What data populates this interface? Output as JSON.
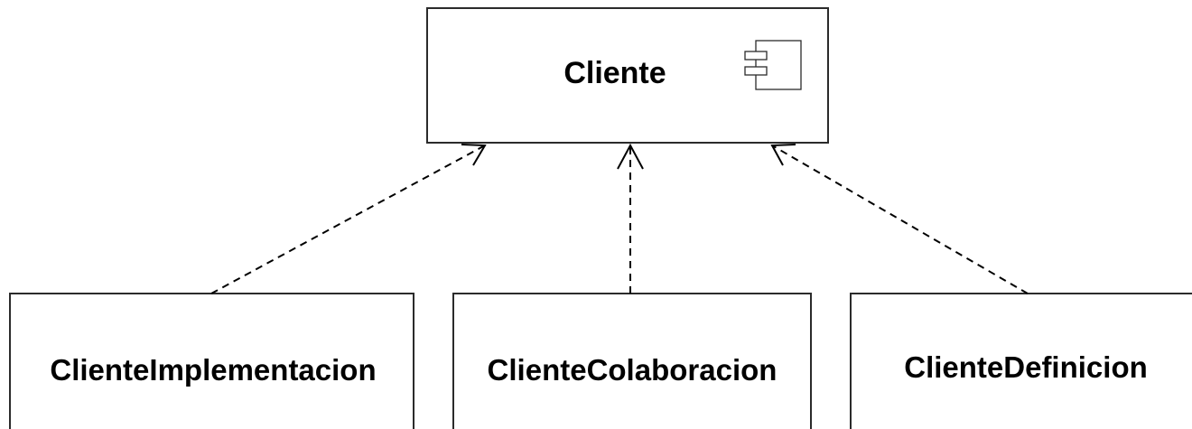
{
  "diagram": {
    "type": "uml-component-dependency",
    "main_component": {
      "name": "Cliente",
      "icon": "uml-component-icon"
    },
    "components": [
      {
        "name": "ClienteImplementacion"
      },
      {
        "name": "ClienteColaboracion"
      },
      {
        "name": "ClienteDefinicion"
      }
    ],
    "relations": [
      {
        "from": "ClienteImplementacion",
        "to": "Cliente",
        "style": "dashed-open-arrow"
      },
      {
        "from": "ClienteColaboracion",
        "to": "Cliente",
        "style": "dashed-open-arrow"
      },
      {
        "from": "ClienteDefinicion",
        "to": "Cliente",
        "style": "dashed-open-arrow"
      }
    ]
  },
  "colors": {
    "border": "#2b2b2b",
    "line": "#000000",
    "background": "#ffffff"
  }
}
